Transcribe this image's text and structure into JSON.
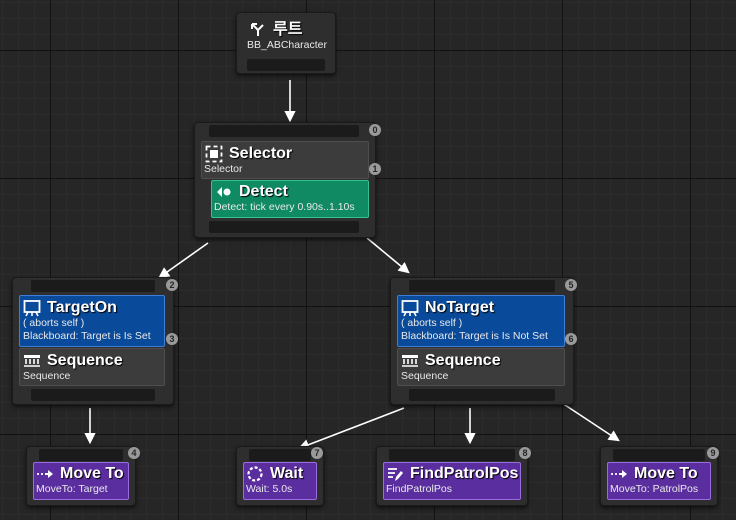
{
  "root": {
    "title": "루트",
    "blackboard": "BB_ABCharacter"
  },
  "selector": {
    "order": "0",
    "title": "Selector",
    "subtitle": "Selector",
    "service_order": "1",
    "service": {
      "title": "Detect",
      "subtitle": "Detect: tick every 0.90s..1.10s"
    }
  },
  "target_on": {
    "order": "2",
    "decorator": {
      "title": "TargetOn",
      "abort": "( aborts self )",
      "condition": "Blackboard: Target is Is Set"
    },
    "composite_order": "3",
    "composite": {
      "title": "Sequence",
      "subtitle": "Sequence"
    }
  },
  "no_target": {
    "order": "5",
    "decorator": {
      "title": "NoTarget",
      "abort": "( aborts self )",
      "condition": "Blackboard: Target is Is Not Set"
    },
    "composite_order": "6",
    "composite": {
      "title": "Sequence",
      "subtitle": "Sequence"
    }
  },
  "tasks": [
    {
      "order": "4",
      "title": "Move To",
      "subtitle": "MoveTo: Target"
    },
    {
      "order": "7",
      "title": "Wait",
      "subtitle": "Wait: 5.0s"
    },
    {
      "order": "8",
      "title": "FindPatrolPos",
      "subtitle": "FindPatrolPos"
    },
    {
      "order": "9",
      "title": "Move To",
      "subtitle": "MoveTo: PatrolPos"
    }
  ],
  "colors": {
    "grid_background": "#262626",
    "node_body": "#2e2e2e",
    "composite": "#3c3c3c",
    "decorator": "#0a4a9a",
    "service": "#0f8a63",
    "task": "#5b2ea0",
    "wire": "#ffffff",
    "badge": "#9a9a9a"
  },
  "icons": {
    "root": "branch-icon",
    "selector": "selector-icon",
    "service": "service-icon",
    "decorator": "blackboard-decorator-icon",
    "sequence": "sequence-icon",
    "move_to": "move-to-icon",
    "wait": "wait-icon",
    "find_patrol_pos": "task-blueprint-icon"
  }
}
